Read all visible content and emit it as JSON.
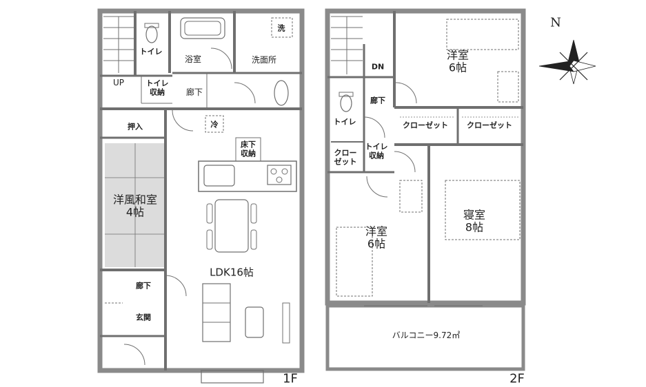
{
  "floor1": {
    "toilet": "トイレ",
    "bath": "浴室",
    "laundry_mark": "洗",
    "washroom": "洗面所",
    "up": "UP",
    "toilet_storage": [
      "トイレ",
      "収納"
    ],
    "hall_upper": "廊下",
    "closet": "押入",
    "fridge_mark": "冷",
    "underfloor_storage": [
      "床下",
      "収納"
    ],
    "tatami_room": [
      "洋風和室",
      "4帖"
    ],
    "ldk": "LDK16帖",
    "hall_lower": "廊下",
    "entrance": "玄関",
    "floor_label": "1F"
  },
  "floor2": {
    "down": "DN",
    "hall": "廊下",
    "toilet": "トイレ",
    "closet_small": [
      "クロー",
      "ゼット"
    ],
    "toilet_storage": [
      "トイレ",
      "収納"
    ],
    "room_north": [
      "洋室",
      "6帖"
    ],
    "closet_a": "クローゼット",
    "closet_b": "クローゼット",
    "room_south": [
      "洋室",
      "6帖"
    ],
    "bedroom": [
      "寝室",
      "8帖"
    ],
    "balcony": "バルコニー9.72㎡",
    "floor_label": "2F"
  },
  "compass": {
    "north": "N"
  },
  "colors": {
    "wall": "#8a8a8a",
    "tatami": "#dcdcdc",
    "line": "#6f6f6f"
  }
}
